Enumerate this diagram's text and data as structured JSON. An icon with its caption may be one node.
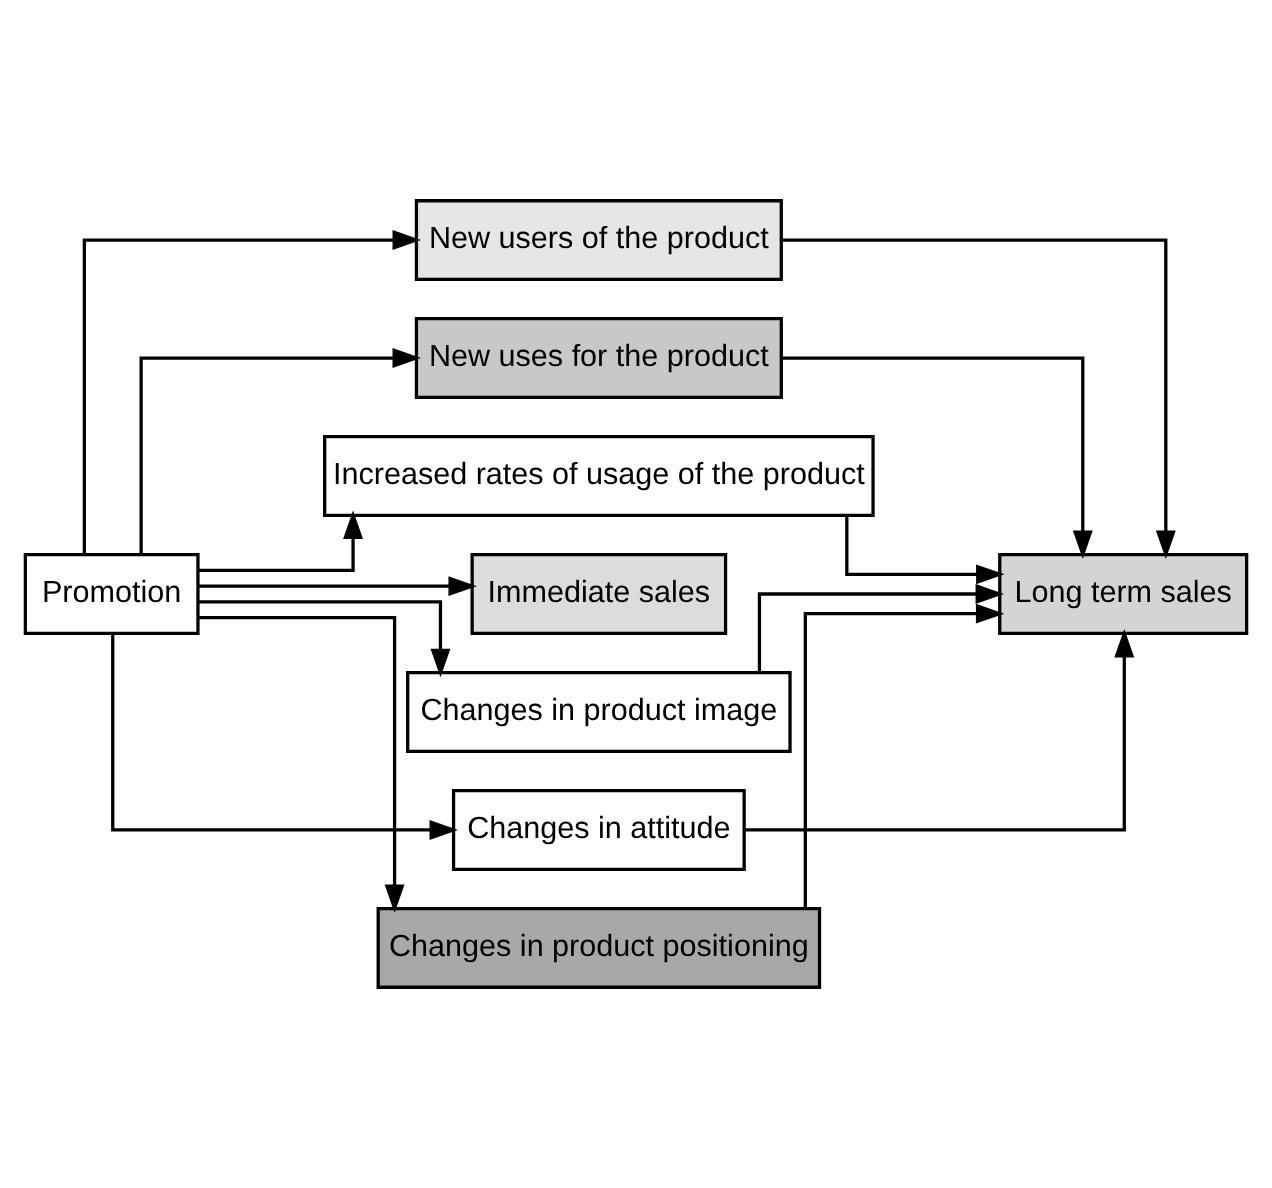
{
  "diagram": {
    "nodes": [
      {
        "text": [
          "New users of the product"
        ]
      },
      {
        "text": [
          "New uses for the product"
        ]
      },
      {
        "text": [
          "Increased rates of usage of the product"
        ]
      },
      {
        "text": [
          "Promotion"
        ]
      },
      {
        "text": [
          "Immediate sales"
        ]
      },
      {
        "text": [
          "Changes in product image"
        ]
      },
      {
        "text": [
          "Changes in attitude"
        ]
      },
      {
        "text": [
          "Changes in product positioning"
        ]
      },
      {
        "text": [
          "Long term sales"
        ]
      }
    ],
    "edges": [
      {
        "from": 3,
        "to": 0,
        "arrow": "to"
      },
      {
        "from": 3,
        "to": 1,
        "arrow": "to"
      },
      {
        "from": 3,
        "to": 2,
        "arrow": "to"
      },
      {
        "from": 3,
        "to": 4,
        "arrow": "to"
      },
      {
        "from": 3,
        "to": 5,
        "arrow": "to"
      },
      {
        "from": 3,
        "to": 6,
        "arrow": "to"
      },
      {
        "from": 3,
        "to": 7,
        "arrow": "to"
      },
      {
        "from": 0,
        "to": 8,
        "arrow": "to"
      },
      {
        "from": 1,
        "to": 8,
        "arrow": "to"
      },
      {
        "from": 2,
        "to": 8,
        "arrow": "to"
      },
      {
        "from": 5,
        "to": 8,
        "arrow": "to"
      },
      {
        "from": 6,
        "to": 8,
        "arrow": "to"
      },
      {
        "from": 7,
        "to": 8,
        "arrow": "to"
      }
    ]
  }
}
